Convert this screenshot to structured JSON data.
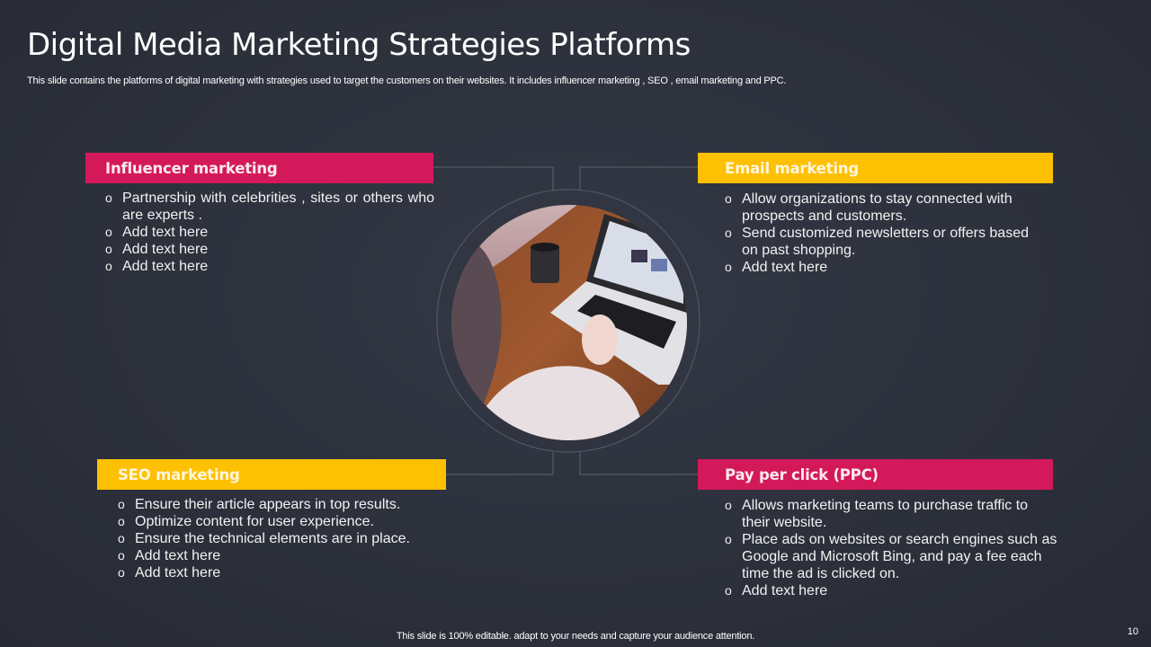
{
  "slide": {
    "title": "Digital Media Marketing Strategies Platforms",
    "subtitle": "This slide contains the platforms  of digital marketing with strategies used to target the customers on their websites.  It includes  influencer marketing , SEO , email marketing and PPC.",
    "footer": "This slide is 100% editable. adapt to your needs and capture your audience attention.",
    "page_number": "10"
  },
  "colors": {
    "background": "#2d313c",
    "accent_pink": "#d4195a",
    "accent_yellow": "#fec003",
    "text": "#ffffff",
    "connector": "#5d6270"
  },
  "bullet_marker": "o",
  "center_image": {
    "icon": "woman-using-laptop-photo",
    "description": "Woman typing on a laptop at a wooden desk with a coffee mug"
  },
  "sections": {
    "influencer": {
      "title": "Influencer marketing",
      "color": "pink",
      "bullets": [
        "Partnership with celebrities  , sites or others  who are experts .",
        "Add text here",
        "Add text here",
        "Add text here"
      ]
    },
    "email": {
      "title": "Email marketing",
      "color": "yellow",
      "bullets": [
        "Allow organizations to stay connected with prospects and customers.",
        "Send customized newsletters or offers based on past shopping.",
        "Add text here"
      ]
    },
    "seo": {
      "title": "SEO marketing",
      "color": "yellow",
      "bullets": [
        "Ensure their article appears in top results.",
        "Optimize content for user experience.",
        "Ensure the technical elements are in place.",
        "Add text here",
        "Add text here"
      ]
    },
    "ppc": {
      "title": "Pay per click (PPC)",
      "color": "pink",
      "bullets": [
        "Allows marketing teams to purchase traffic to their website.",
        "Place ads on websites or search engines such as Google and Microsoft Bing, and pay a fee each time the ad is clicked on.",
        "Add text here"
      ]
    }
  }
}
